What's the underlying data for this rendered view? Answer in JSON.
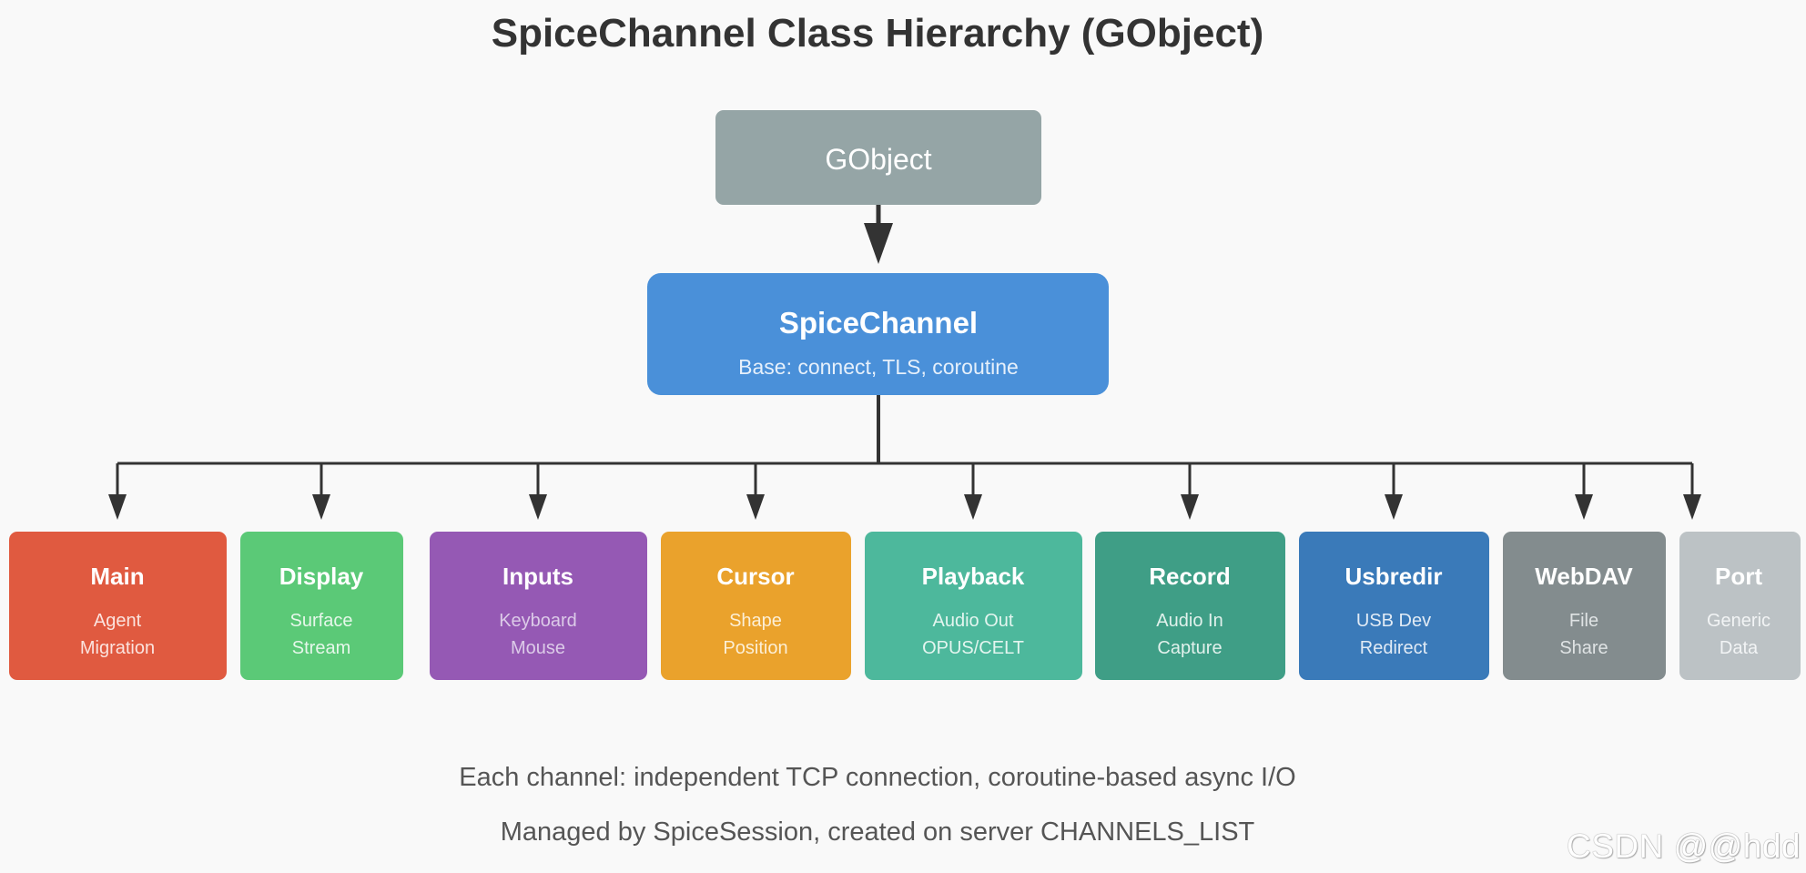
{
  "title": "SpiceChannel Class Hierarchy (GObject)",
  "root": {
    "label": "GObject",
    "color": "#95a5a6"
  },
  "base": {
    "label": "SpiceChannel",
    "subtitle": "Base: connect, TLS, coroutine",
    "color": "#4a90d9"
  },
  "channels": [
    {
      "label": "Main",
      "lines": [
        "Agent",
        "Migration"
      ],
      "color": "#e05a40"
    },
    {
      "label": "Display",
      "lines": [
        "Surface",
        "Stream"
      ],
      "color": "#5bc977"
    },
    {
      "label": "Inputs",
      "lines": [
        "Keyboard",
        "Mouse"
      ],
      "color": "#9559b4"
    },
    {
      "label": "Cursor",
      "lines": [
        "Shape",
        "Position"
      ],
      "color": "#eaa22c"
    },
    {
      "label": "Playback",
      "lines": [
        "Audio Out",
        "OPUS/CELT"
      ],
      "color": "#4db89c"
    },
    {
      "label": "Record",
      "lines": [
        "Audio In",
        "Capture"
      ],
      "color": "#3f9e86"
    },
    {
      "label": "Usbredir",
      "lines": [
        "USB Dev",
        "Redirect"
      ],
      "color": "#3a7ab9"
    },
    {
      "label": "WebDAV",
      "lines": [
        "File",
        "Share"
      ],
      "color": "#838c8e"
    },
    {
      "label": "Port",
      "lines": [
        "Generic",
        "Data"
      ],
      "color": "#bcc2c5"
    }
  ],
  "notes": [
    "Each channel: independent TCP connection, coroutine-based async I/O",
    "Managed by SpiceSession, created on server CHANNELS_LIST"
  ],
  "watermark": "CSDN @@hdd"
}
